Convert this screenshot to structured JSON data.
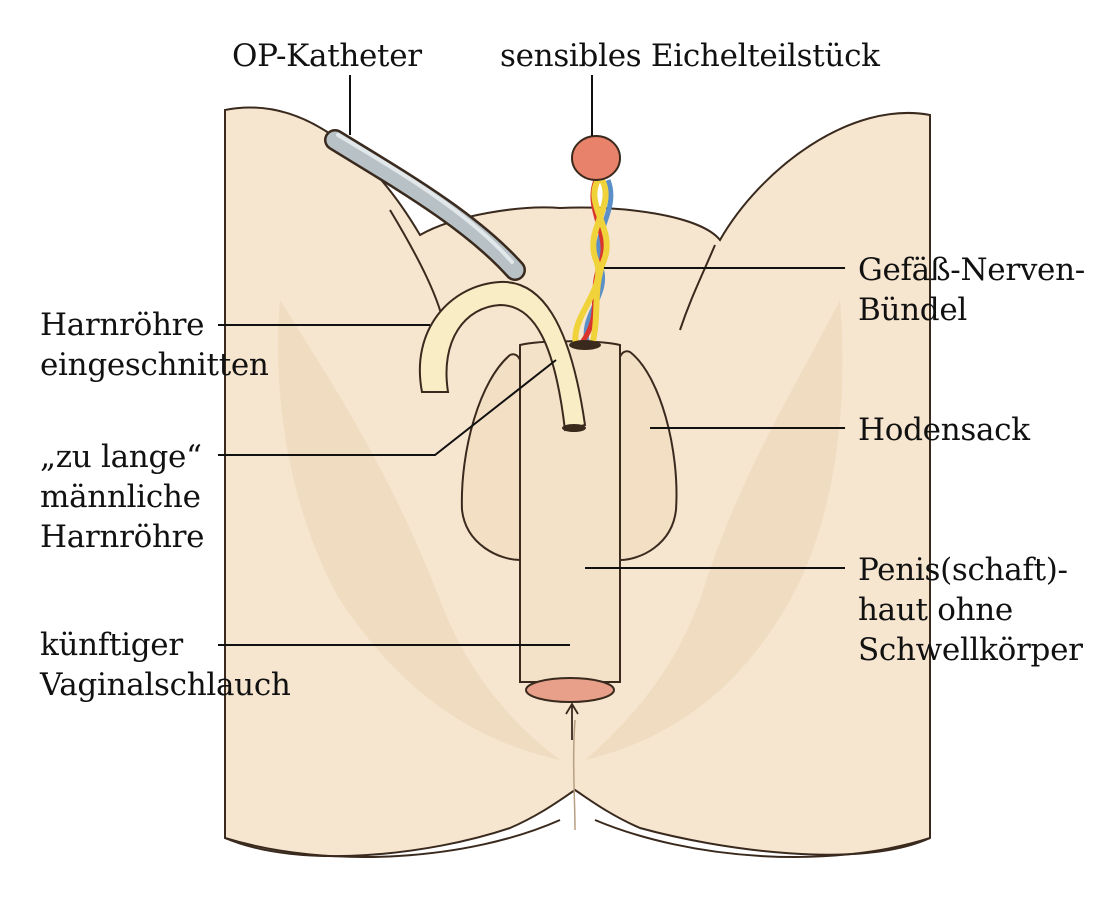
{
  "labels": {
    "catheter": "OP-Katheter",
    "glans": "sensibles Eichelteilstück",
    "bundle": [
      "Gefäß-Nerven-",
      "Bündel"
    ],
    "urethra_cut": [
      "Harnröhre",
      "eingeschnitten"
    ],
    "scrotum": "Hodensack",
    "long_urethra": [
      "„zu lange“",
      "männliche",
      "Harnröhre"
    ],
    "penile_skin": [
      "Penis(schaft)-",
      "haut ohne",
      "Schwellkörper"
    ],
    "vaginal_tube": [
      "künftiger",
      "Vaginalschlauch"
    ]
  },
  "colors": {
    "skin": "#f6e6cf",
    "skin_shadow": "#e9d3b5",
    "outline": "#3a2a1e",
    "catheter": "#b7c1c6",
    "glans": "#e8826a",
    "urethra": "#f9edc6",
    "stoma": "#e9a08a",
    "nerve_yellow": "#f0d23a",
    "nerve_red": "#d9352f",
    "nerve_blue": "#5a8fc7"
  }
}
